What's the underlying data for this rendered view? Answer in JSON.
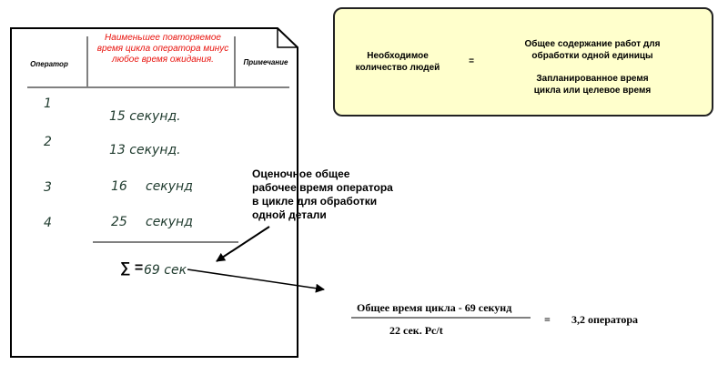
{
  "table": {
    "headers": {
      "operator": "Оператор",
      "min_time": "Наименьшее повторяемое время цикла оператора минус любое время ожидания.",
      "note": "Примечание"
    },
    "rows": [
      {
        "operator": "1",
        "time": "15 секунд."
      },
      {
        "operator": "2",
        "time": "13 секунд."
      },
      {
        "operator": "3",
        "time_value": "16",
        "time_unit": "секунд"
      },
      {
        "operator": "4",
        "time_value": "25",
        "time_unit": "секунд"
      }
    ],
    "sum": {
      "symbol": "∑ =",
      "value": "69  сек"
    }
  },
  "callout": {
    "lines": [
      "Оценочное общее",
      "рабочее время оператора",
      "в цикле для обработки",
      "одной детали"
    ]
  },
  "formula_box": {
    "left_lines": [
      "Необходимое",
      "количество людей"
    ],
    "equals": "=",
    "numerator_lines": [
      "Общее содержание работ для",
      "обработки одной единицы"
    ],
    "denominator_lines": [
      "Запланированное время",
      "цикла или целевое время"
    ]
  },
  "result": {
    "numerator": "Общее время цикла - 69 секунд",
    "denominator": "22 сек. Рс/t",
    "equals": "=",
    "value": "3,2 оператора"
  },
  "colors": {
    "red_header": "#e8120c",
    "box_fill": "#ffffcc",
    "handwriting": "#1f3b2e"
  }
}
